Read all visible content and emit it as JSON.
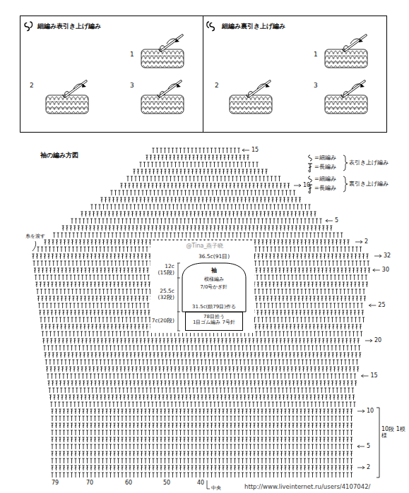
{
  "diagram": {
    "title": "袖の編み方図",
    "nodes": [
      {
        "text": [
          "細編み表引き上げ編み"
        ]
      },
      {
        "text": [
          "細編み裏引き上げ編み"
        ]
      },
      {
        "text": [
          "袖",
          "模様編み",
          "7/0号かぎ針"
        ]
      },
      {
        "text": [
          "78目拾う",
          "1目ゴム編み 7号針"
        ],
        "in": 2
      }
    ],
    "labels": [
      "1",
      "2",
      "3",
      "1",
      "2",
      "3",
      "表引き上げ編み",
      "裏引き上げ編み",
      "糸を渡す",
      "15",
      "10",
      "5",
      "2",
      "32",
      "30",
      "25",
      "20",
      "15",
      "10",
      "5",
      "2",
      "10段 1模様",
      "79",
      "70",
      "60",
      "50",
      "40",
      "中央",
      "12c",
      "(15段)",
      "36.5c(91目)",
      "25.5c",
      "(32段)",
      "7c(20段)",
      "31.5c(鎖79目)作る",
      "@Tina_燕子晓",
      "http://www.liveinternet.ru/users/4107042/"
    ],
    "legend": [
      {
        "text": "=細編み"
      },
      {
        "text": "=長編み"
      },
      {
        "text": "=細編み"
      },
      {
        "text": "=長編み"
      }
    ]
  }
}
